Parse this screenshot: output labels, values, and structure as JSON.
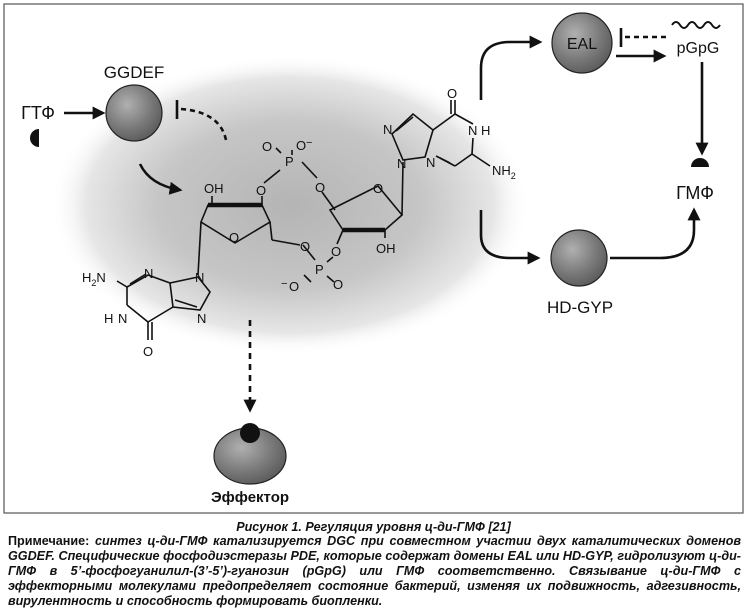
{
  "labels": {
    "ggdef": "GGDEF",
    "gtp": "ГТФ",
    "eal": "EAL",
    "pgpg": "pGpG",
    "gmp": "ГМФ",
    "hdgyp": "HD-GYP",
    "effector": "Эффектор"
  },
  "molecule": {
    "p": "P",
    "o": "O",
    "o_minus": "O",
    "minus": "−",
    "oh": "OH",
    "n": "N",
    "h": "H",
    "nh2_n": "NH",
    "sub2": "2",
    "h2n": "H",
    "h2n_sub": "2",
    "h2n_n": "N"
  },
  "caption": {
    "title": "Рисунок 1. Регуляция уровня ц-ди-ГМФ [21]",
    "note_label": "Примечание:",
    "note_text": " синтез ц-ди-ГМФ катализируется DGC при совместном участии двух каталитических доменов GGDEF. Специфические фосфодиэстеразы PDE, которые содержат домены EAL или HD-GYP, гидролизуют ц-ди-ГМФ в 5’-фосфогуанилил-(3’-5’)-гуанозин (pGpG) или ГМФ соответственно. Связывание ц-ди-ГМФ с эффекторными молекулами предопределяет состояние бактерий, изменяя их подвижность, адгезивность, вирулентность и способность формировать биопленки."
  },
  "colors": {
    "frame": "#555555",
    "sphere": "#7a7a7a",
    "halo": "#bdbdbd",
    "ink": "#111111"
  }
}
